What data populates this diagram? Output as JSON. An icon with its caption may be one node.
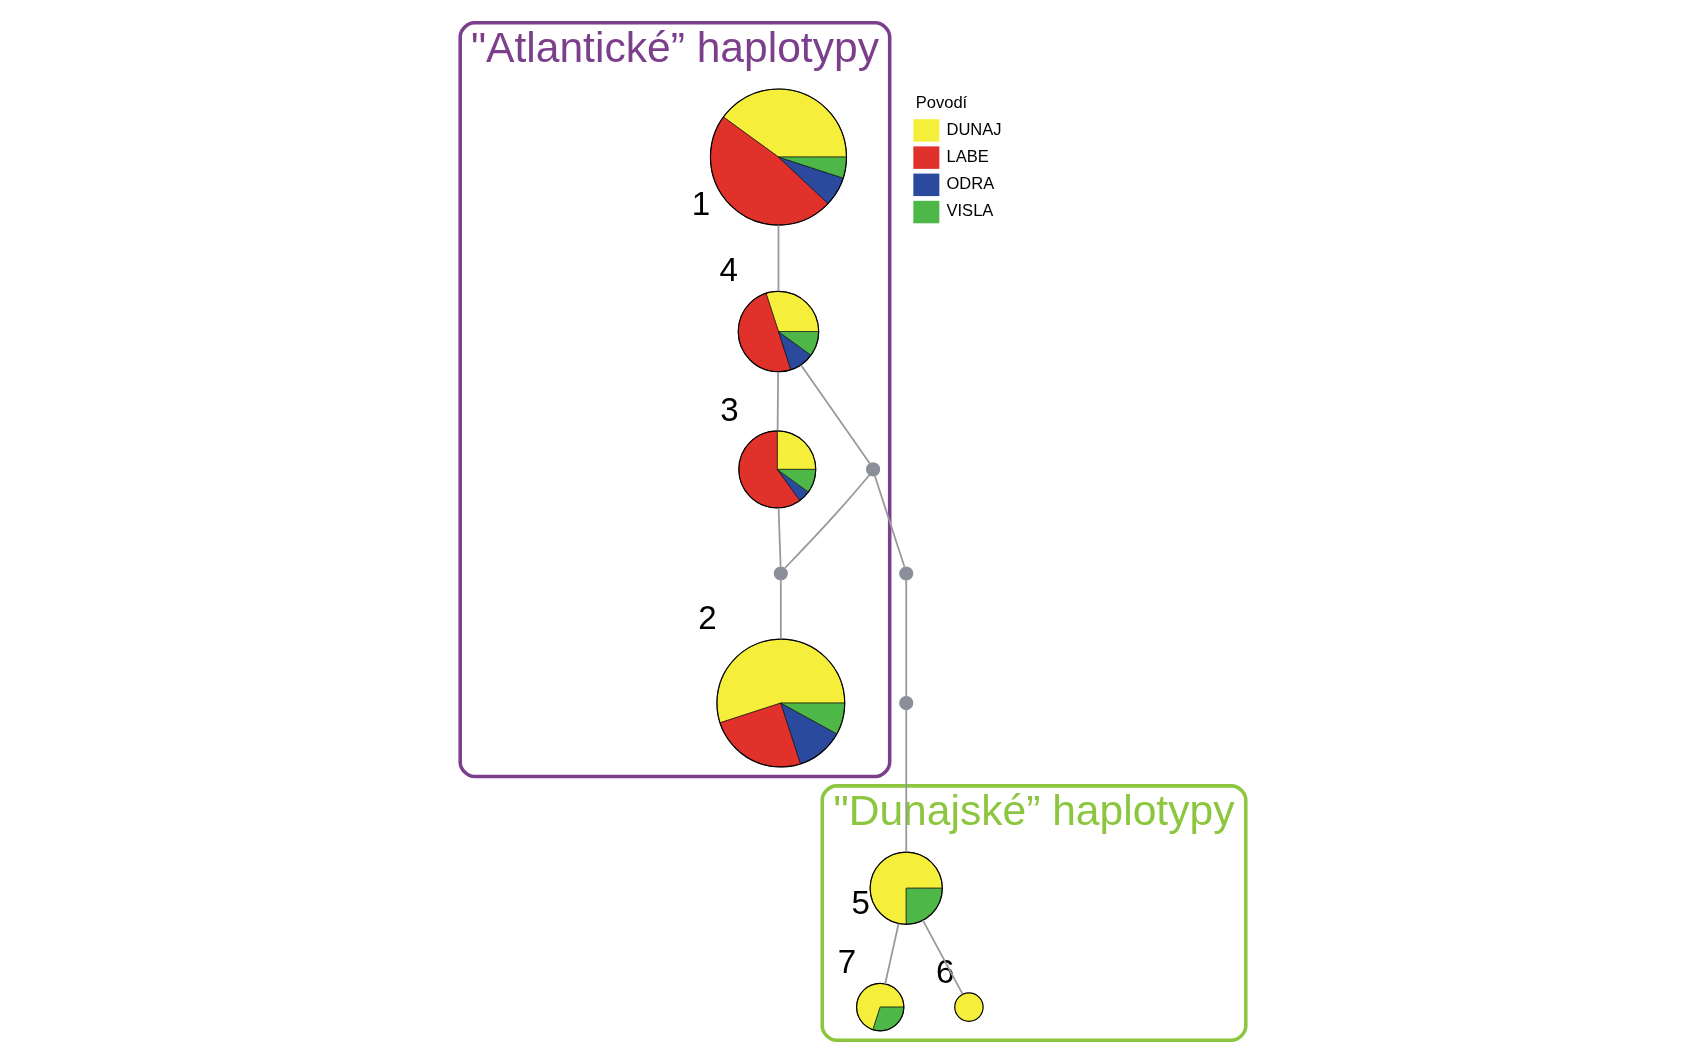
{
  "diagram": {
    "nodes": [
      {
        "text": [
          "\"Atlantické” haplotypy"
        ]
      },
      {
        "text": [
          "1"
        ],
        "in": 0
      },
      {
        "text": [
          "4"
        ],
        "in": 0
      },
      {
        "text": [
          "3"
        ],
        "in": 0
      },
      {
        "text": [],
        "shape": "circle",
        "in": 0
      },
      {
        "text": [],
        "shape": "circle",
        "in": 0
      },
      {
        "text": [
          "2"
        ],
        "in": 0
      },
      {
        "text": [],
        "shape": "circle"
      },
      {
        "text": [],
        "shape": "circle"
      },
      {
        "text": [
          "\"Dunajské” haplotypy"
        ]
      },
      {
        "text": [
          "5"
        ],
        "in": 9
      },
      {
        "text": [
          "7"
        ],
        "in": 9
      },
      {
        "text": [
          "6"
        ],
        "in": 9
      }
    ],
    "edges": [
      {
        "from": 1,
        "to": 2,
        "arrow": "none"
      },
      {
        "from": 2,
        "to": 3,
        "arrow": "none"
      },
      {
        "from": 2,
        "to": 4,
        "arrow": "none"
      },
      {
        "from": 3,
        "to": 5,
        "arrow": "none"
      },
      {
        "from": 4,
        "to": 5,
        "arrow": "none"
      },
      {
        "from": 5,
        "to": 6,
        "arrow": "none"
      },
      {
        "from": 4,
        "to": 7,
        "arrow": "none"
      },
      {
        "from": 7,
        "to": 8,
        "arrow": "none"
      },
      {
        "from": 8,
        "to": 10,
        "arrow": "none"
      },
      {
        "from": 10,
        "to": 11,
        "arrow": "none"
      },
      {
        "from": 10,
        "to": 12,
        "arrow": "none"
      }
    ],
    "labels": [
      "Povodí"
    ],
    "legend": [
      {
        "text": "DUNAJ",
        "color": "#f5ee3b"
      },
      {
        "text": "LABE",
        "color": "#e0312b"
      },
      {
        "text": "ODRA",
        "color": "#2b4a9e"
      },
      {
        "text": "VISLA",
        "color": "#4db848"
      }
    ]
  }
}
